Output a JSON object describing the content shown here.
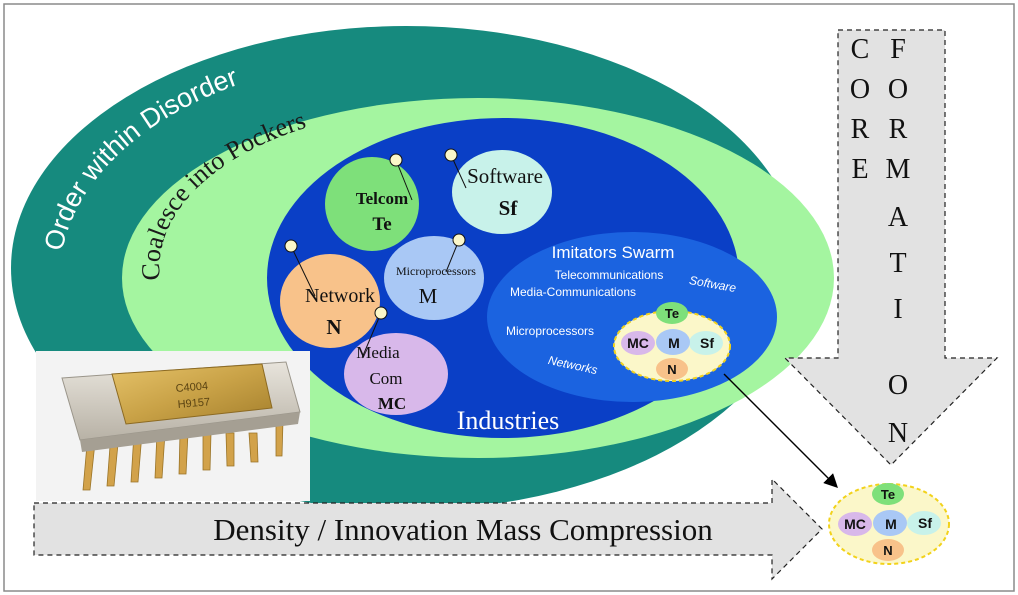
{
  "frame_color": "#8a8a8a",
  "colors": {
    "outer_ellipse": "#168a7e",
    "middle_ellipse": "#a4f5a0",
    "inner_ellipse": "#0a3fc6",
    "swarm": "#1b63e0",
    "telcom": "#7ee07a",
    "software": "#c8f2ea",
    "network": "#f8c28a",
    "micro": "#a9c8f5",
    "media": "#d8b8ea",
    "core_fill": "#fbf7c9",
    "core_border": "#f2d21a",
    "arrow_fill": "#e2e2e2"
  },
  "labels": {
    "outer": "Order within Disorder",
    "middle": "Coalesce into Pockers",
    "inner": "Industries"
  },
  "industries": {
    "telcom": {
      "name": "Telcom",
      "abbr": "Te"
    },
    "software": {
      "name": "Software",
      "abbr": "Sf"
    },
    "micro": {
      "name": "Microprocessors",
      "abbr": "M"
    },
    "network": {
      "name": "Network",
      "abbr": "N"
    },
    "media": {
      "line1": "Media",
      "line2": "Com",
      "abbr": "MC"
    }
  },
  "swarm": {
    "title": "Imitators Swarm",
    "items": {
      "telecom": "Telecommunications",
      "software": "Software",
      "media": "Media-Communications",
      "micro": "Microprocessors",
      "networks": "Networks"
    }
  },
  "core_cluster": {
    "te": "Te",
    "mc": "MC",
    "m": "M",
    "sf": "Sf",
    "n": "N"
  },
  "core_formation": {
    "col1": [
      "C",
      "O",
      "R",
      "E"
    ],
    "col2": [
      "F",
      "O",
      "R",
      "M",
      "A",
      "T",
      "I",
      "O",
      "N"
    ]
  },
  "chip": {
    "line1": "C4004",
    "line2": "H9157"
  },
  "bottom_arrow_label": "Density / Innovation Mass Compression"
}
